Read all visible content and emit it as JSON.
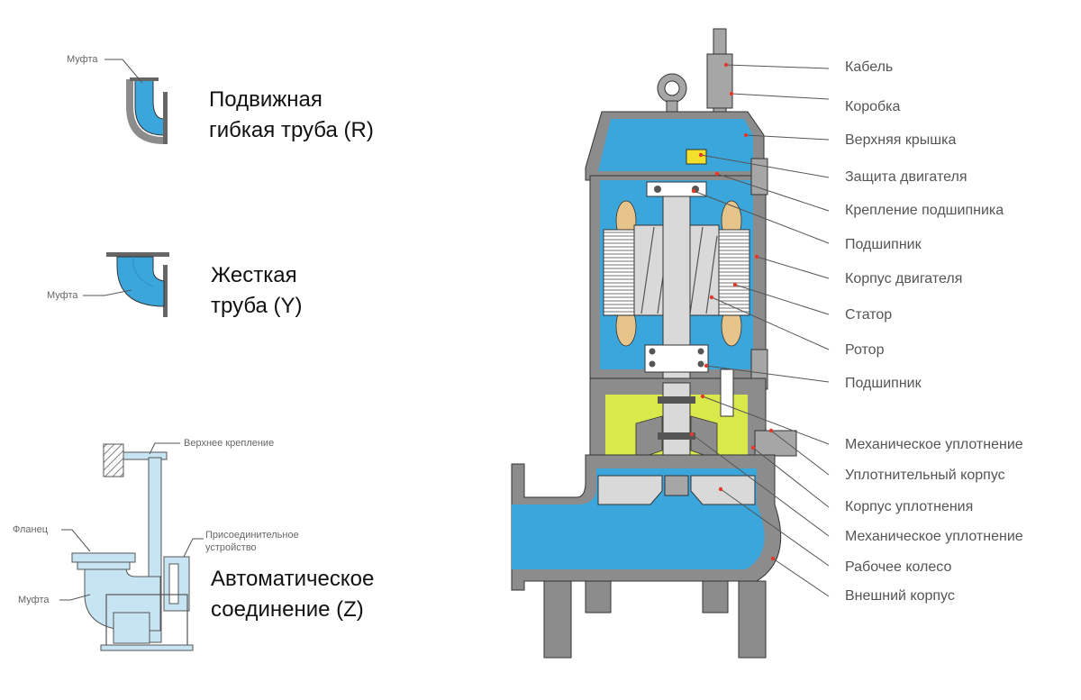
{
  "colors": {
    "fluid": "#3aa6db",
    "fluid_dark": "#2d8fc4",
    "casing": "#8c8c8c",
    "casing_light": "#a6a6a6",
    "light_part": "#d9d9d9",
    "oil": "#d9e84a",
    "winding": "#e6c48a",
    "sensor": "#f3e02a",
    "leader": "#555555",
    "accent_dot": "#e23a2a",
    "auto_body": "#c6e4f2"
  },
  "left_panel": {
    "type_r": {
      "coupling_label": "Муфта",
      "title_line1": "Подвижная",
      "title_line2": "гибкая труба (R)"
    },
    "type_y": {
      "coupling_label": "Муфта",
      "title_line1": "Жесткая",
      "title_line2": "труба (Y)"
    },
    "type_z": {
      "top_mount_label": "Верхнее крепление",
      "flange_label": "Фланец",
      "connector_label_line1": "Присоединительное",
      "connector_label_line2": "устройство",
      "coupling_label": "Муфта",
      "title_line1": "Автоматическое",
      "title_line2": "соединение (Z)"
    }
  },
  "pump_labels": [
    "Кабель",
    "Коробка",
    "Верхняя крышка",
    "Защита двигателя",
    "Крепление подшипника",
    "Подшипник",
    "Корпус двигателя",
    "Статор",
    "Ротор",
    "Подшипник",
    "Механическое уплотнение",
    "Уплотнительный корпус",
    "Корпус уплотнения",
    "Механическое уплотнение",
    "Рабочее колесо",
    "Внешний корпус"
  ]
}
